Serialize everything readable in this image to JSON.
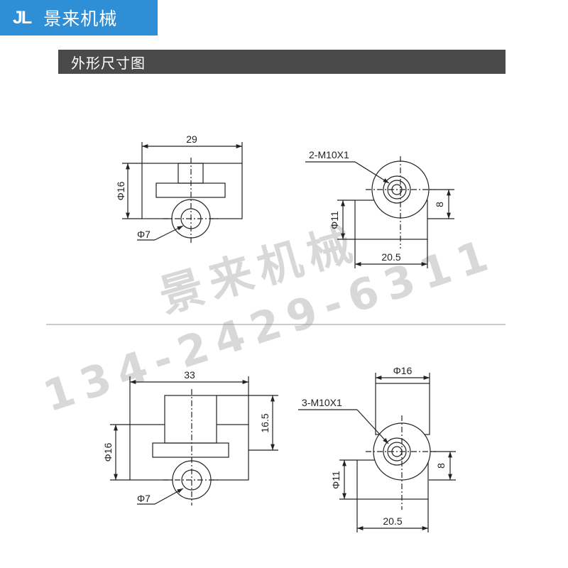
{
  "header": {
    "logo_mark": "JL",
    "brand_name": "景来机械"
  },
  "section": {
    "title": "外形尺寸图"
  },
  "watermark": {
    "name": "景来机械",
    "phone": "134-2429-6311"
  },
  "drawing_top": {
    "front_view": {
      "width_dim": "29",
      "diameter_dim": "Φ16",
      "hole_dim": "Φ7"
    },
    "side_view": {
      "thread_dim": "2-M10X1",
      "height_dim": "8",
      "diameter_dim": "Φ11",
      "length_dim": "20.5"
    }
  },
  "drawing_bottom": {
    "front_view": {
      "width_dim": "33",
      "height_dim": "16.5",
      "diameter_dim": "Φ16",
      "hole_dim": "Φ7"
    },
    "side_view": {
      "top_dim": "Φ16",
      "thread_dim": "3-M10X1",
      "height_dim": "8",
      "diameter_dim": "Φ11",
      "length_dim": "20.5"
    }
  },
  "colors": {
    "brand_blue": "#2f8fd6",
    "section_bar": "#4a4a4a",
    "line": "#222222",
    "watermark": "#d8d8d8"
  }
}
